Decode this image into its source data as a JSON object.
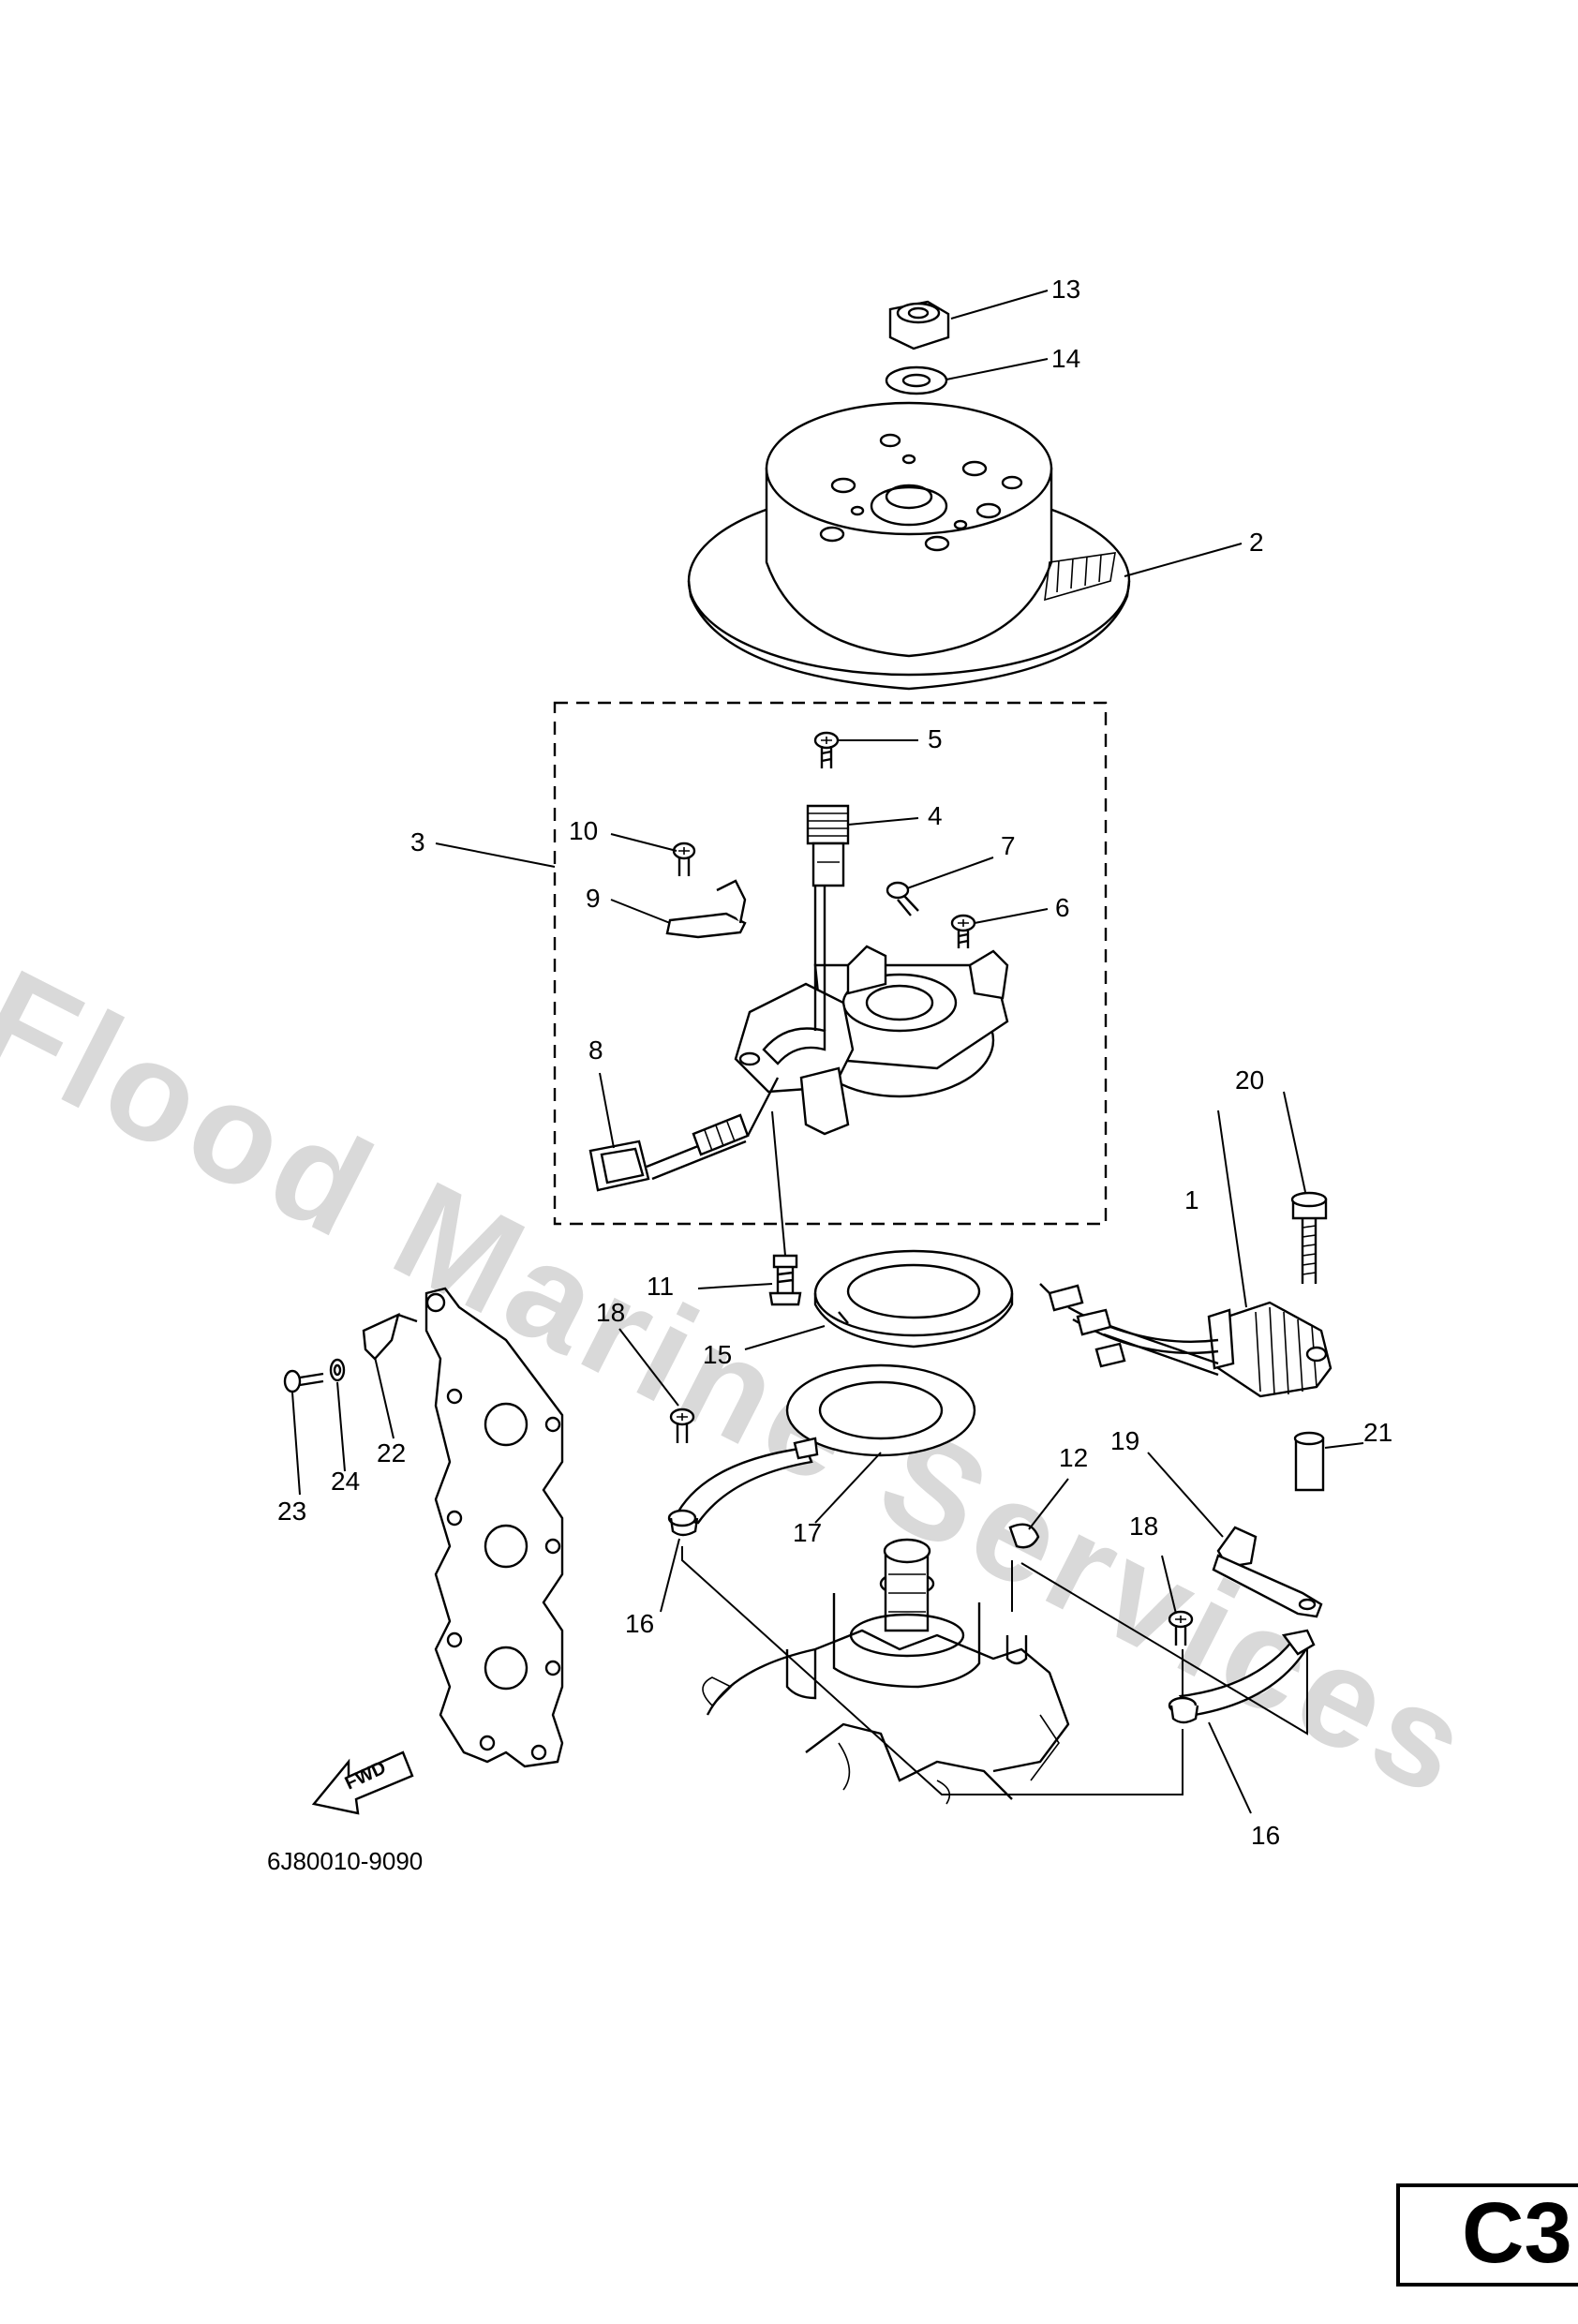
{
  "watermark": "Flood Marine Services",
  "document_code": "6J80010-9090",
  "section_label": "C3",
  "fwd_label": "FWD",
  "part_labels": {
    "p1": "1",
    "p2": "2",
    "p3": "3",
    "p4": "4",
    "p5": "5",
    "p6": "6",
    "p7": "7",
    "p8": "8",
    "p9": "9",
    "p10": "10",
    "p11": "11",
    "p12": "12",
    "p13": "13",
    "p14": "14",
    "p15": "15",
    "p16a": "16",
    "p16b": "16",
    "p17": "17",
    "p18a": "18",
    "p18b": "18",
    "p19": "19",
    "p20": "20",
    "p21": "21",
    "p22": "22",
    "p23": "23",
    "p24": "24"
  },
  "icons": {
    "fwd_arrow": "fwd-arrow-icon",
    "flywheel": "flywheel-icon",
    "stator": "stator-assembly-icon",
    "ignition_coil": "ignition-coil-icon",
    "exhaust_plate": "exhaust-plate-icon",
    "crankcase": "crankcase-icon"
  }
}
